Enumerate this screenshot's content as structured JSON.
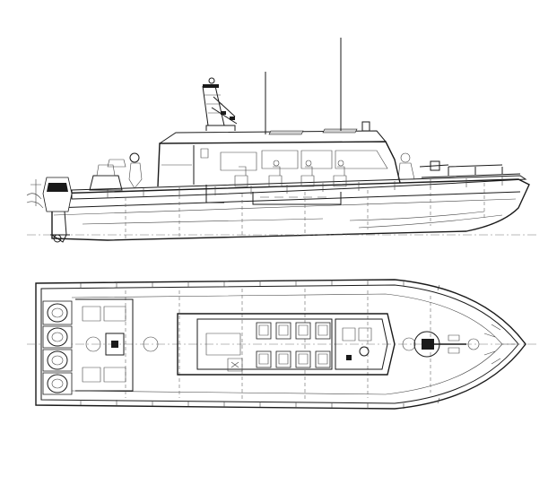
{
  "drawing": {
    "kind": "general-arrangement",
    "views": [
      "side-elevation",
      "plan-view"
    ],
    "colors": {
      "line": "#1a1a1a",
      "background": "#ffffff"
    }
  }
}
